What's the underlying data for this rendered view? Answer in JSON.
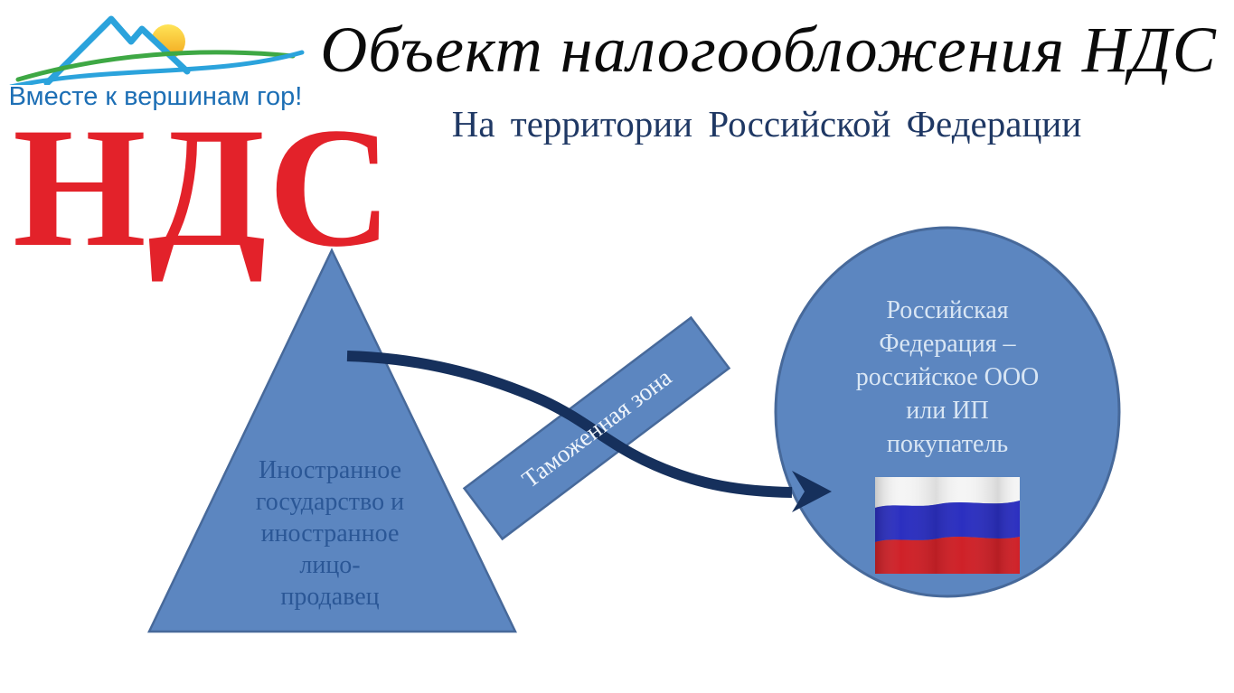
{
  "slide": {
    "title": "Объект налогообложения НДС",
    "subtitle": "На территории Российской Федерации",
    "vat_abbreviation": "НДС"
  },
  "logo": {
    "tagline": "Вместе к вершинам гор!"
  },
  "diagram": {
    "foreign_triangle": {
      "lines": [
        "Иностранное",
        "государство и",
        "иностранное",
        "лицо-",
        "продавец"
      ]
    },
    "customs_bar": {
      "label": "Таможенная зона"
    },
    "russia_ellipse": {
      "lines": [
        "Российская",
        "Федерация –",
        "российское ООО",
        "или ИП",
        "покупатель"
      ]
    },
    "flag_icon": "russian-flag"
  },
  "colors": {
    "vat_red": "#e3222a",
    "title_black": "#0b0b0b",
    "subtitle_navy": "#1f3864",
    "shape_fill": "#5c86c0",
    "shape_border": "#47699a",
    "arrow_navy": "#16305c",
    "triangle_text_blue": "#2b5796",
    "ellipse_text_light": "#d9e6f4",
    "logo_text_blue": "#1d6fb5",
    "mountain_blue": "#2ba3dc",
    "swoosh_green": "#3ea844",
    "sun_yellow": "#ffd23c",
    "flag_white": "#f5f5f5",
    "flag_blue": "#2b2fc0",
    "flag_red": "#cf2128"
  }
}
